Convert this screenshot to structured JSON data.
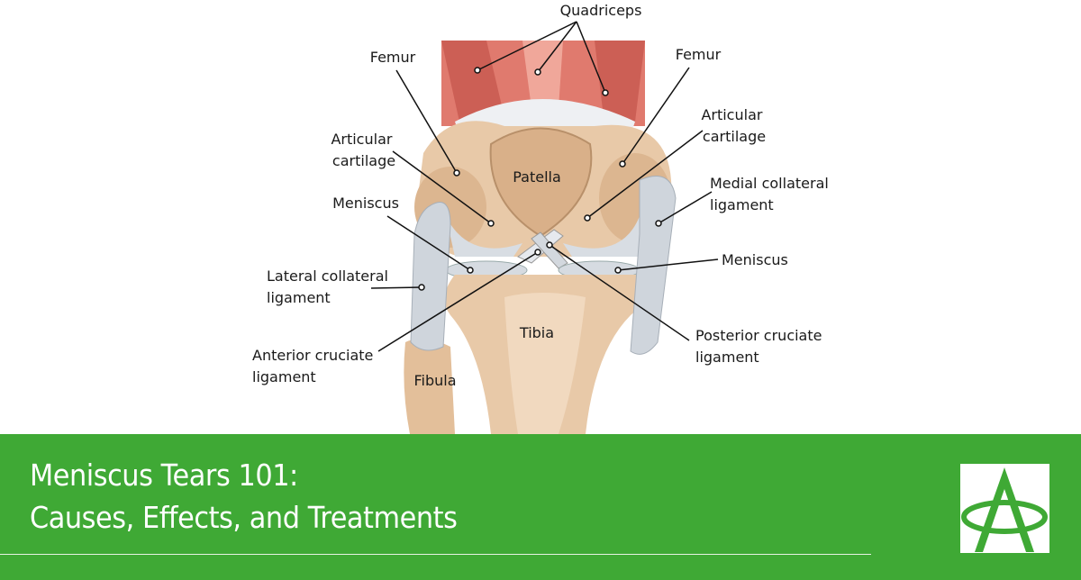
{
  "labels": {
    "quadriceps": "Quadriceps",
    "femur_left": "Femur",
    "femur_right": "Femur",
    "articular_left": [
      "Articular",
      "cartilage"
    ],
    "articular_right": [
      "Articular",
      "cartilage"
    ],
    "patella": "Patella",
    "meniscus_left": "Meniscus",
    "meniscus_right": "Meniscus",
    "medial_collateral": [
      "Medial collateral",
      "ligament"
    ],
    "lateral_collateral": [
      "Lateral collateral",
      "ligament"
    ],
    "tibia": "Tibia",
    "posterior_cruciate": [
      "Posterior cruciate",
      "ligament"
    ],
    "anterior_cruciate": [
      "Anterior cruciate",
      "ligament"
    ],
    "fibula": "Fibula"
  },
  "banner": {
    "title_line1": "Meniscus Tears 101:",
    "title_line2": "Causes, Effects, and Treatments",
    "background_color": "#3fa935",
    "logo": "A-ellipse-logo"
  }
}
